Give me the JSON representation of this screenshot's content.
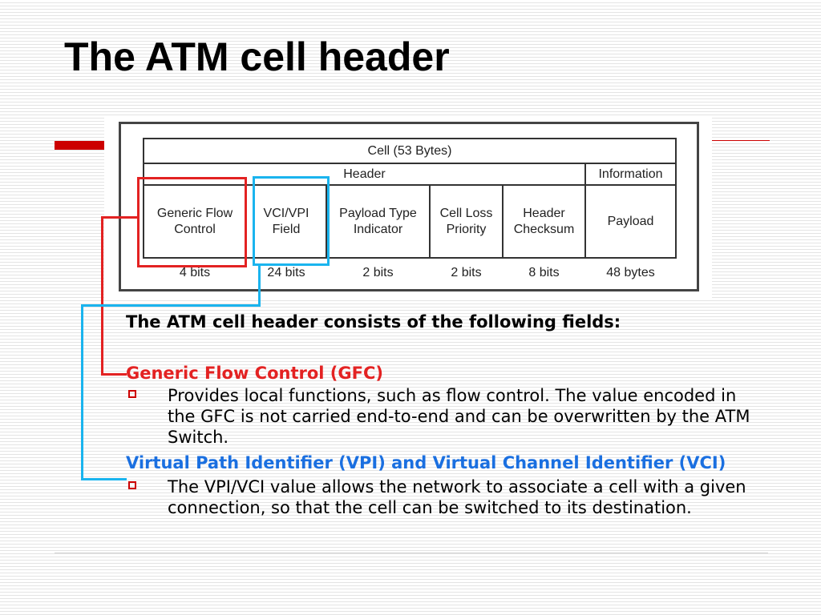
{
  "slide": {
    "title": "The ATM cell header"
  },
  "diagram": {
    "cell_label": "Cell (53 Bytes)",
    "header_label": "Header",
    "information_label": "Information",
    "fields": [
      {
        "name": "Generic Flow Control",
        "size": "4 bits"
      },
      {
        "name": "VCI/VPI Field",
        "size": "24 bits"
      },
      {
        "name": "Payload Type Indicator",
        "size": "2 bits"
      },
      {
        "name": "Cell Loss Priority",
        "size": "2 bits"
      },
      {
        "name": "Header Checksum",
        "size": "8 bits"
      },
      {
        "name": "Payload",
        "size": "48 bytes"
      }
    ]
  },
  "body": {
    "intro": "The ATM cell header consists of the following fields:",
    "sections": [
      {
        "title": "Generic Flow Control (GFC)",
        "bullet": "Provides local functions, such as flow control. The value encoded in the GFC is not carried end-to-end and can be overwritten by the ATM Switch."
      },
      {
        "title": "Virtual Path Identifier (VPI) and Virtual Channel Identifier (VCI)",
        "bullet": "The VPI/VCI value allows the network to associate a cell with a given connection, so that the cell can be switched to its destination."
      }
    ]
  },
  "colors": {
    "accent_red": "#e32222",
    "accent_blue": "#1ab4ee",
    "section_blue": "#1a6fe0"
  }
}
